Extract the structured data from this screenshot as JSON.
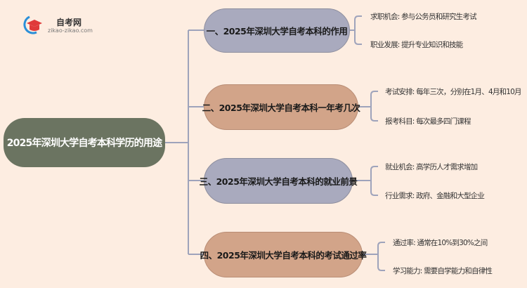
{
  "logo": {
    "title": "自考网",
    "url": "zikao-zikao.com"
  },
  "root": {
    "label": "2025年深圳大学自考本科学历的用途"
  },
  "branches": [
    {
      "label": "一、2025年深圳大学自考本科的作用",
      "leaves": [
        "求职机会: 参与公务员和研究生考试",
        "职业发展: 提升专业知识和技能"
      ]
    },
    {
      "label": "二、2025年深圳大学自考本科一年考几次",
      "leaves": [
        "考试安排: 每年三次，分别在1月、4月和10月",
        "报考科目: 每次最多四门课程"
      ]
    },
    {
      "label": "三、2025年深圳大学自考本科的就业前景",
      "leaves": [
        "就业机会: 高学历人才需求增加",
        "行业需求: 政府、金融和大型企业"
      ]
    },
    {
      "label": "四、2025年深圳大学自考本科的考试通过率",
      "leaves": [
        "通过率: 通常在10%到30%之间",
        "学习能力: 需要自学能力和自律性"
      ]
    }
  ],
  "colors": {
    "root": "#6b7461",
    "blue": "#a9aabe",
    "tan": "#d2a489",
    "line": "#9aa0b8"
  }
}
